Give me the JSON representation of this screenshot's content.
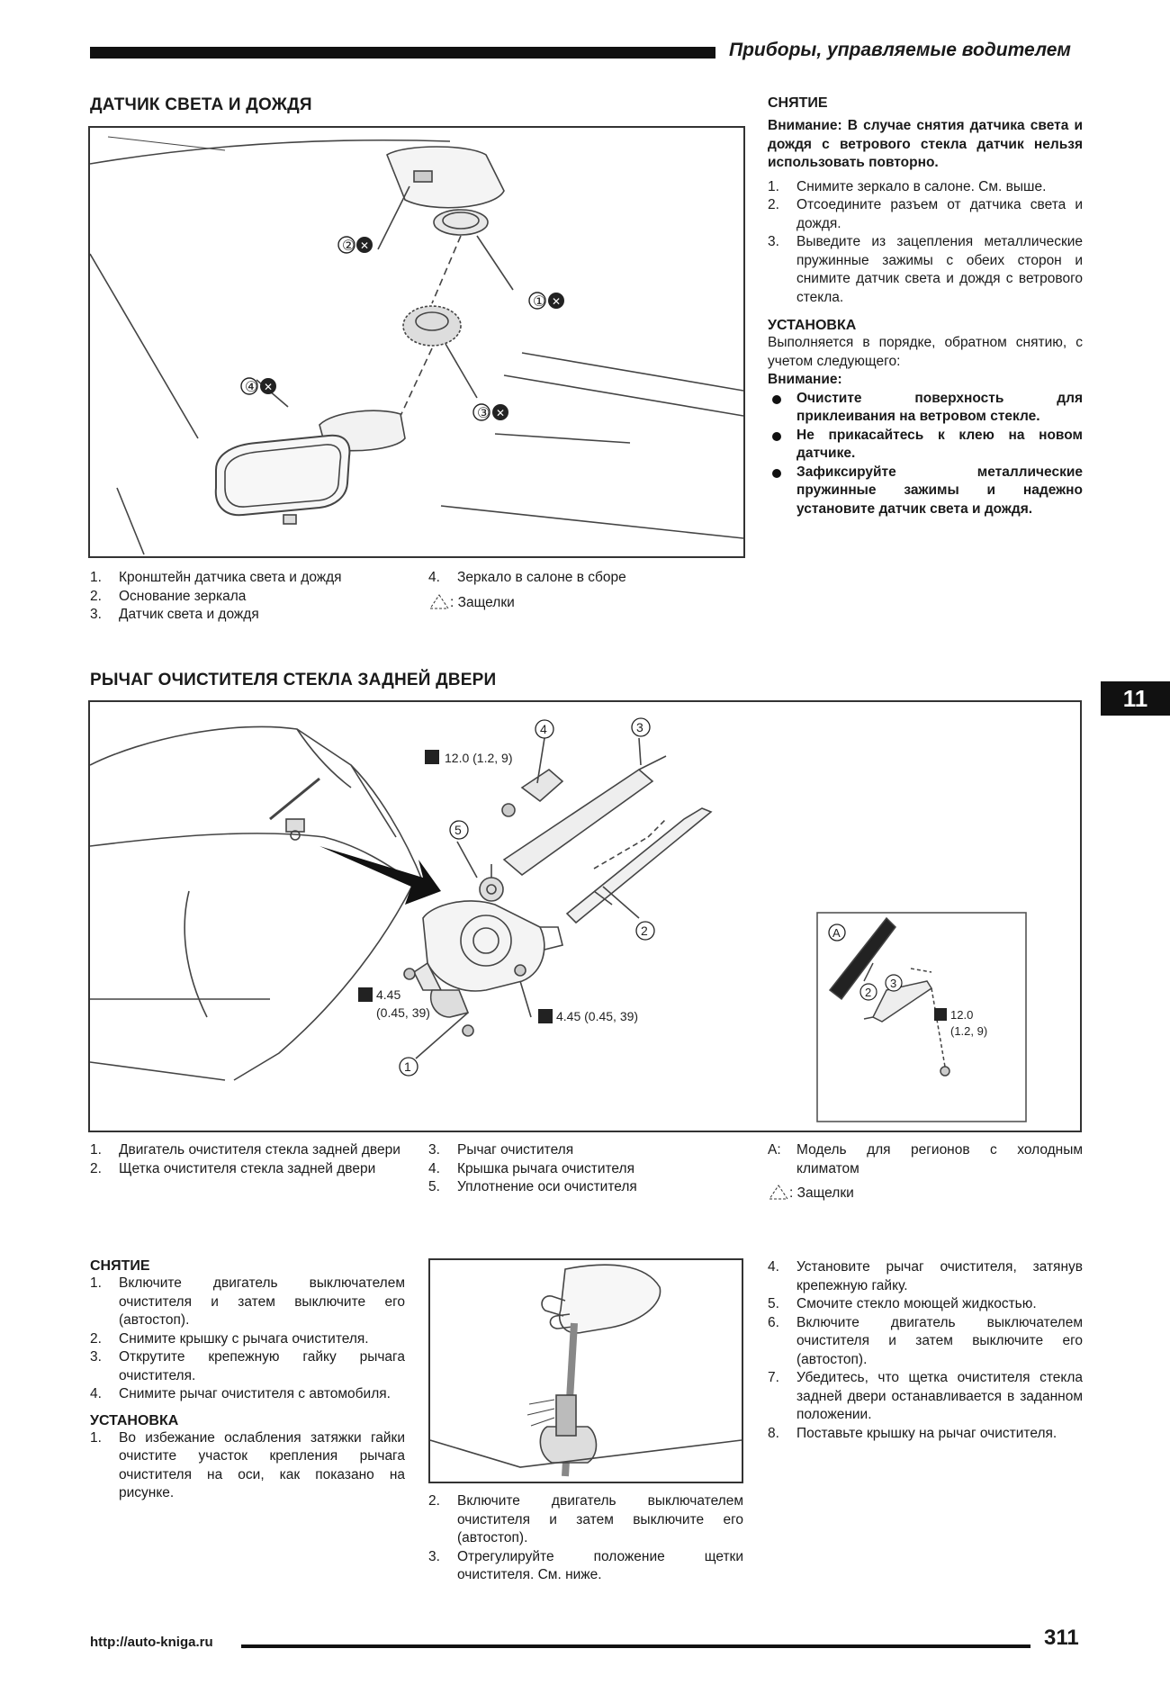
{
  "header": {
    "running_title": "Приборы, управляемые водителем"
  },
  "section1": {
    "title": "ДАТЧИК СВЕТА И ДОЖДЯ",
    "legend_left": [
      {
        "n": "1.",
        "text": "Кронштейн датчика света и дождя"
      },
      {
        "n": "2.",
        "text": "Основание зеркала"
      },
      {
        "n": "3.",
        "text": "Датчик света и дождя"
      }
    ],
    "legend_right": [
      {
        "n": "4.",
        "text": "Зеркало в салоне в сборе"
      }
    ],
    "clips_label": ": Защелки",
    "figure_callouts": [
      "①",
      "②",
      "③",
      "④"
    ],
    "removal": {
      "heading": "СНЯТИЕ",
      "warning": "Внимание: В случае снятия датчика света и дождя с ветрового стекла датчик нельзя использовать повторно.",
      "steps": [
        {
          "n": "1.",
          "text": "Снимите зеркало в салоне. См. выше."
        },
        {
          "n": "2.",
          "text": "Отсоедините разъем от датчика света и дождя."
        },
        {
          "n": "3.",
          "text": "Выведите из зацепления металлические пружинные зажимы с обеих сторон и снимите датчик света и дождя с ветрового стекла."
        }
      ]
    },
    "install": {
      "heading": "УСТАНОВКА",
      "intro": "Выполняется в порядке, обратном снятию, с учетом следующего:",
      "note_heading": "Внимание:",
      "bullets": [
        "Очистите поверхность для приклеивания на ветровом стекле.",
        "Не прикасайтесь к клею на новом датчике.",
        "Зафиксируйте металлические пружинные зажимы и надежно установите датчик света и дождя."
      ]
    }
  },
  "section2": {
    "title": "РЫЧАГ ОЧИСТИТЕЛЯ СТЕКЛА ЗАДНЕЙ ДВЕРИ",
    "figure_labels": {
      "torque1": "12.0 (1.2, 9)",
      "torque2_a": "4.45",
      "torque2_b": "(0.45, 39)",
      "torque3": "4.45 (0.45, 39)",
      "inset_torque_a": "12.0",
      "inset_torque_b": "(1.2, 9)",
      "inset_letter": "A"
    },
    "legend_col1": [
      {
        "n": "1.",
        "text": "Двигатель очистителя стекла задней двери"
      },
      {
        "n": "2.",
        "text": "Щетка очистителя стекла задней двери"
      }
    ],
    "legend_col2": [
      {
        "n": "3.",
        "text": "Рычаг очистителя"
      },
      {
        "n": "4.",
        "text": "Крышка рычага очистителя"
      },
      {
        "n": "5.",
        "text": "Уплотнение оси очистителя"
      }
    ],
    "legend_col3": [
      {
        "n": "A:",
        "text": "Модель для регионов с холодным климатом"
      }
    ],
    "clips_label": ": Защелки",
    "removal": {
      "heading": "СНЯТИЕ",
      "steps": [
        {
          "n": "1.",
          "text": "Включите двигатель выключателем очистителя и затем выключите его (автостоп)."
        },
        {
          "n": "2.",
          "text": "Снимите крышку с рычага очистителя."
        },
        {
          "n": "3.",
          "text": "Открутите крепежную гайку рычага очистителя."
        },
        {
          "n": "4.",
          "text": "Снимите рычаг очистителя с автомобиля."
        }
      ]
    },
    "install": {
      "heading": "УСТАНОВКА",
      "steps_left": [
        {
          "n": "1.",
          "text": "Во избежание ослабления затяжки гайки очистите участок крепления рычага очистителя на оси, как показано на рисунке."
        }
      ],
      "steps_mid": [
        {
          "n": "2.",
          "text": "Включите двигатель выключателем очистителя и затем выключите его (автостоп)."
        },
        {
          "n": "3.",
          "text": "Отрегулируйте положение щетки очистителя. См. ниже."
        }
      ],
      "steps_right": [
        {
          "n": "4.",
          "text": "Установите рычаг очистителя, затянув крепежную гайку."
        },
        {
          "n": "5.",
          "text": "Смочите стекло моющей жидкостью."
        },
        {
          "n": "6.",
          "text": "Включите двигатель выключателем очистителя и затем выключите его (автостоп)."
        },
        {
          "n": "7.",
          "text": "Убедитесь, что щетка очистителя стекла задней двери останавливается в заданном положении."
        },
        {
          "n": "8.",
          "text": "Поставьте крышку на рычаг очистителя."
        }
      ]
    }
  },
  "side_tab": "11",
  "footer": {
    "url": "http://auto-kniga.ru",
    "page": "311"
  }
}
